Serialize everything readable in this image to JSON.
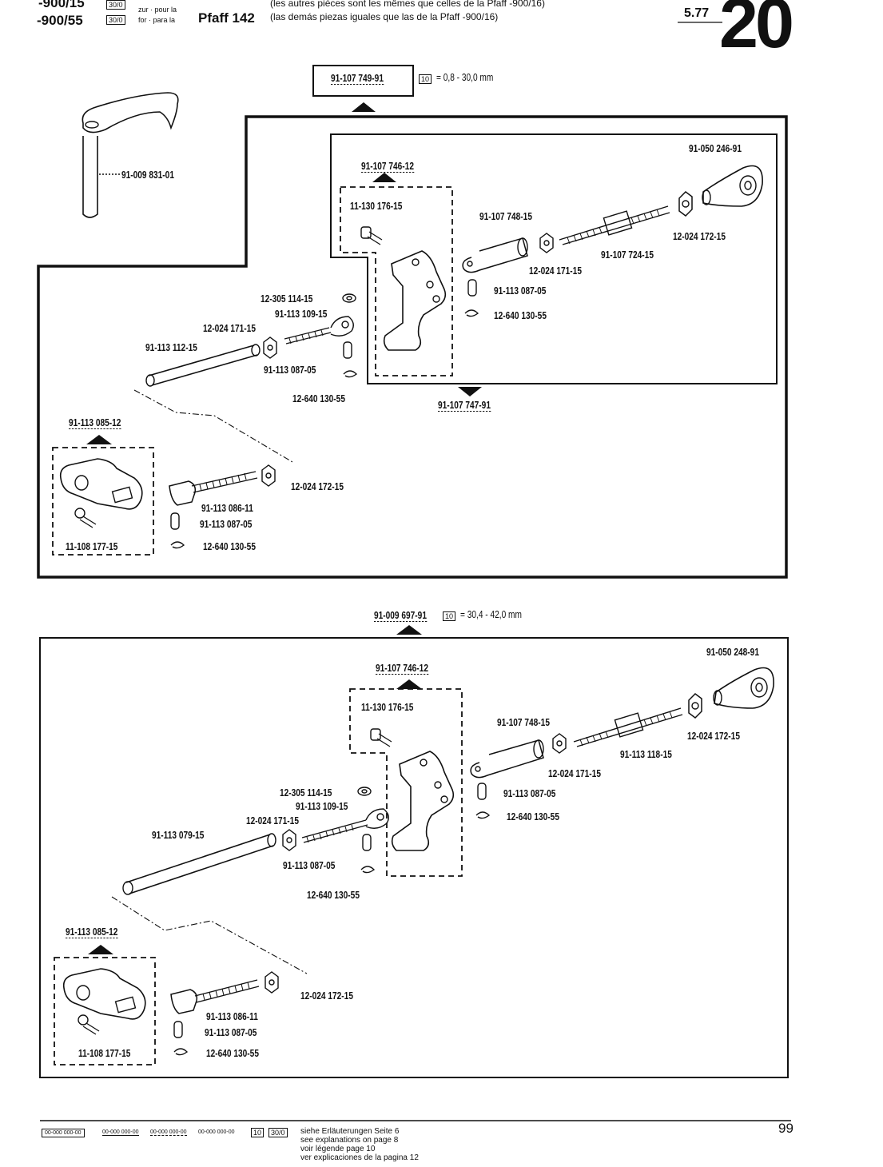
{
  "header": {
    "model_line_1": "-900/15",
    "model_line_2": "-900/55",
    "badge_1": "30/0",
    "badge_2": "30/0",
    "zur_pour": "zur · pour la",
    "for_para": "for · para la",
    "machine": "Pfaff 142",
    "note_fr": "(les autres pièces sont les mêmes que celles de la Pfaff -900/16)",
    "note_es": "(las demás piezas iguales que las de la Pfaff -900/16)",
    "date": "5.77",
    "page_group": "20"
  },
  "assembly_1": {
    "title": "91-107 749-91",
    "range_symbol": "10",
    "range": "= 0,8 - 30,0 mm",
    "labels": {
      "lever": "91-009 831-01",
      "sub_a": "91-107 746-12",
      "screw": "11-130 176-15",
      "eye_end": "91-050 246-91",
      "rod_end": "91-107 748-15",
      "nut_r": "12-024 172-15",
      "nut_l": "12-024 171-15",
      "threaded": "91-107 724-15",
      "pin_r": "91-113 087-05",
      "clip_r": "12-640 130-55",
      "washer": "12-305 114-15",
      "eye_bolt": "91-113 109-15",
      "nut_mid": "12-024 171-15",
      "shaft": "91-113 112-15",
      "pin_m": "91-113 087-05",
      "clip_m": "12-640 130-55",
      "sub_b": "91-107 747-91",
      "sub_c": "91-113 085-12",
      "nut_low": "12-024 172-15",
      "screw_low": "91-113 086-11",
      "pin_low": "91-113 087-05",
      "clip_low": "12-640 130-55",
      "screw_c": "11-108 177-15"
    }
  },
  "assembly_2": {
    "title": "91-009 697-91",
    "range_symbol": "10",
    "range": "= 30,4 - 42,0 mm",
    "labels": {
      "eye_end": "91-050 248-91",
      "sub_a": "91-107 746-12",
      "screw": "11-130 176-15",
      "rod_end": "91-107 748-15",
      "nut_r": "12-024 172-15",
      "threaded": "91-113 118-15",
      "nut_l": "12-024 171-15",
      "pin_r": "91-113 087-05",
      "clip_r": "12-640 130-55",
      "washer": "12-305 114-15",
      "eye_bolt": "91-113 109-15",
      "nut_mid": "12-024 171-15",
      "shaft": "91-113 079-15",
      "pin_m": "91-113 087-05",
      "clip_m": "12-640 130-55",
      "sub_c": "91-113 085-12",
      "nut_low": "12-024 172-15",
      "screw_low": "91-113 086-11",
      "pin_low": "91-113 087-05",
      "clip_low": "12-640 130-55",
      "screw_c": "11-108 177-15"
    }
  },
  "footer": {
    "legend_1": "00-000 000-00",
    "legend_2": "00-000 000-00",
    "legend_3": "00-000 000-00",
    "legend_4": "00-000 000-00",
    "legend_5": "10",
    "legend_6": "30/0",
    "text_de": "siehe Erläuterungen Seite 6",
    "text_en": "see explanations on page 8",
    "text_fr": "voir légende page 10",
    "text_es": "ver explicaciones de la pagina 12",
    "page_number": "99"
  }
}
